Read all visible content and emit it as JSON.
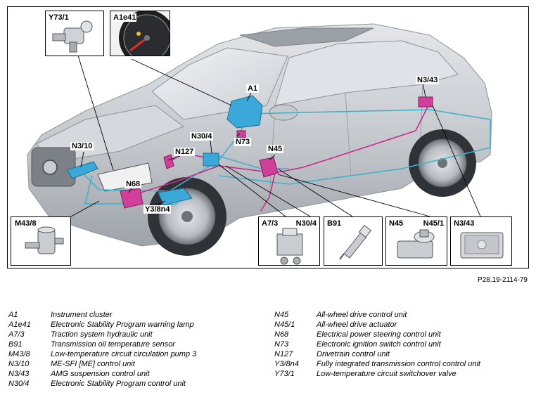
{
  "diagram": {
    "tags": {
      "A1": "A1",
      "N3_43": "N3/43",
      "N30_4": "N30/4",
      "N73": "N73",
      "N127": "N127",
      "N45": "N45",
      "N3_10": "N3/10",
      "N68": "N68",
      "Y3_8n4": "Y3/8n4"
    },
    "boxes": {
      "Y73_1": "Y73/1",
      "A1e41": "A1e41",
      "M43_8": "M43/8",
      "A7_3": "A7/3",
      "N30_4": "N30/4",
      "B91": "B91",
      "N45": "N45",
      "N45_1": "N45/1",
      "N3_43": "N3/43"
    },
    "colors": {
      "line_cyan": "#3fb0c8",
      "line_magenta": "#c8288a",
      "unit_blue": "#3aa8d8",
      "unit_magenta": "#d0409a",
      "car_body": "#c9ccd0"
    }
  },
  "reference": "P28.19-2114-79",
  "legend": {
    "left": [
      {
        "code": "A1",
        "desc": "Instrument cluster"
      },
      {
        "code": "A1e41",
        "desc": "Electronic Stability Program warning lamp"
      },
      {
        "code": "A7/3",
        "desc": "Traction system hydraulic unit"
      },
      {
        "code": "B91",
        "desc": "Transmission oil temperature sensor"
      },
      {
        "code": "M43/8",
        "desc": "Low-temperature circuit circulation pump 3"
      },
      {
        "code": "N3/10",
        "desc": "ME-SFI [ME] control unit"
      },
      {
        "code": "N3/43",
        "desc": "AMG suspension control unit"
      },
      {
        "code": "N30/4",
        "desc": "Electronic Stability Program control unit"
      }
    ],
    "right": [
      {
        "code": "N45",
        "desc": "All-wheel drive control unit"
      },
      {
        "code": "N45/1",
        "desc": "All-wheel drive actuator"
      },
      {
        "code": "N68",
        "desc": "Electrical power steering control unit"
      },
      {
        "code": "N73",
        "desc": "Electronic ignition switch control unit"
      },
      {
        "code": "N127",
        "desc": "Drivetrain control unit"
      },
      {
        "code": "Y3/8n4",
        "desc": "Fully integrated transmission control control unit"
      },
      {
        "code": "Y73/1",
        "desc": "Low-temperature circuit switchover valve"
      }
    ]
  }
}
